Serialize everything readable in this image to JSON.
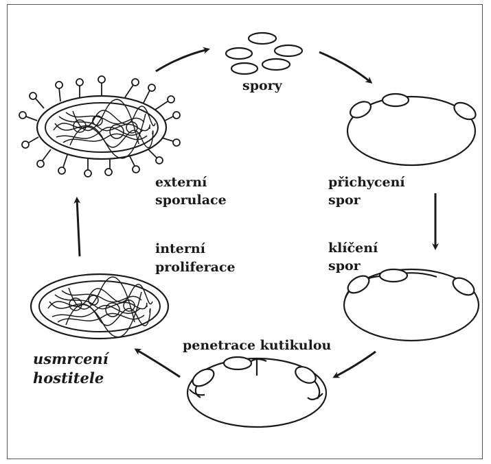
{
  "labels": {
    "spores": "spory",
    "attachment_1": "přichycení",
    "attachment_2": "spor",
    "germination_1": "klíčení",
    "germination_2": "spor",
    "penetration": "penetrace kutikulou",
    "host_death_1": "usmrcení",
    "host_death_2": "hostitele",
    "proliferation_1": "interní",
    "proliferation_2": "proliferace",
    "sporulation_1": "externí",
    "sporulation_2": "sporulace"
  },
  "colors": {
    "ink": "#1a1a1a",
    "background": "#ffffff",
    "frame": "#555555"
  }
}
